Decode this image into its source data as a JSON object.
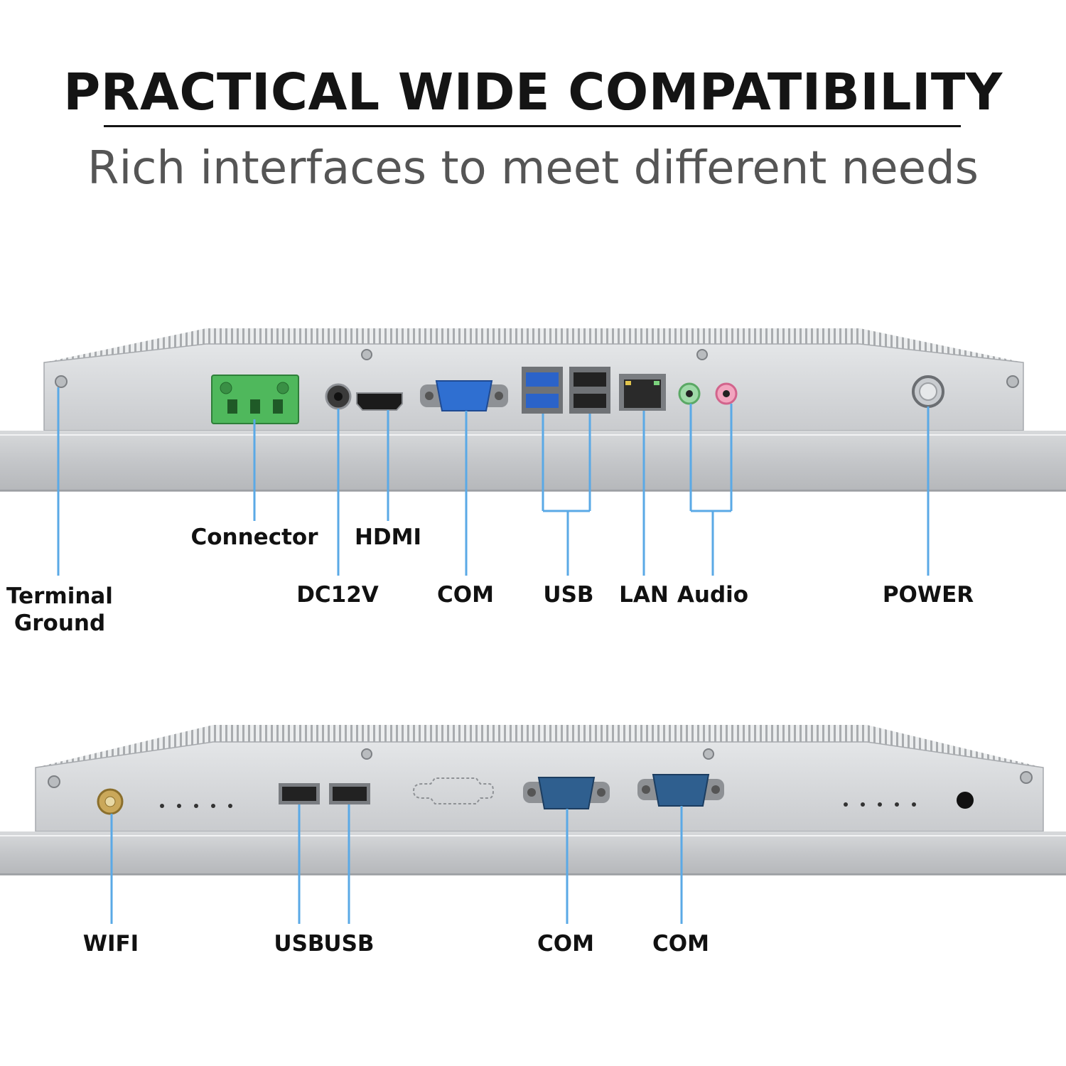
{
  "header": {
    "title": "PRACTICAL WIDE COMPATIBILITY",
    "subtitle": "Rich interfaces to meet different needs"
  },
  "colors": {
    "leader": "#5aa9e6",
    "chassis": "#d3d5d7",
    "connector_green": "#4fb85c",
    "vga_blue": "#2f6fd1",
    "usb3_blue": "#2b63c9",
    "audio_green": "#9fd9a8",
    "audio_pink": "#f2a5bf"
  },
  "top_panel": {
    "labels": {
      "terminal_ground": "Terminal\nGround",
      "connector": "Connector",
      "hdmi": "HDMI",
      "dc12v": "DC12V",
      "com": "COM",
      "usb": "USB",
      "lan": "LAN",
      "audio": "Audio",
      "power": "POWER"
    }
  },
  "bottom_panel": {
    "labels": {
      "wifi": "WIFI",
      "usb_1": "USB",
      "usb_2": "USB",
      "com_1": "COM",
      "com_2": "COM"
    }
  }
}
